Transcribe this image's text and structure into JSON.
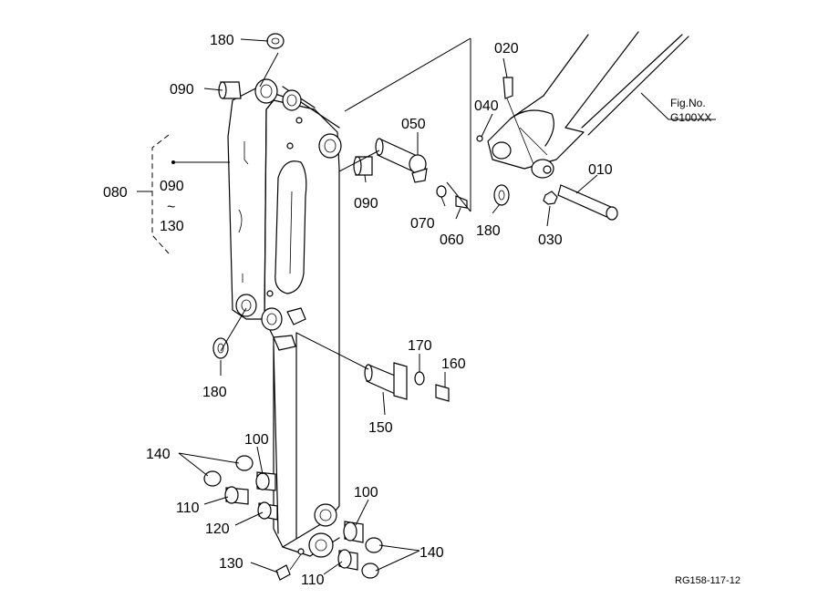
{
  "labels": {
    "p010": "010",
    "p020": "020",
    "p030": "030",
    "p040": "040",
    "p050": "050",
    "p060": "060",
    "p070": "070",
    "p080": "080",
    "p090_top": "090",
    "p090_group": "090",
    "tilde": "~",
    "p130_group": "130",
    "p090_right": "090",
    "p100_left": "100",
    "p100_right": "100",
    "p110_left": "110",
    "p110_bottom": "110",
    "p120": "120",
    "p130_bottom": "130",
    "p140_left": "140",
    "p140_right": "140",
    "p150": "150",
    "p160": "160",
    "p170": "170",
    "p180_top": "180",
    "p180_left": "180",
    "p180_right": "180"
  },
  "figref": {
    "line1": "Fig.No.",
    "line2": "G100XX"
  },
  "drawing_id": "RG158-117-12"
}
